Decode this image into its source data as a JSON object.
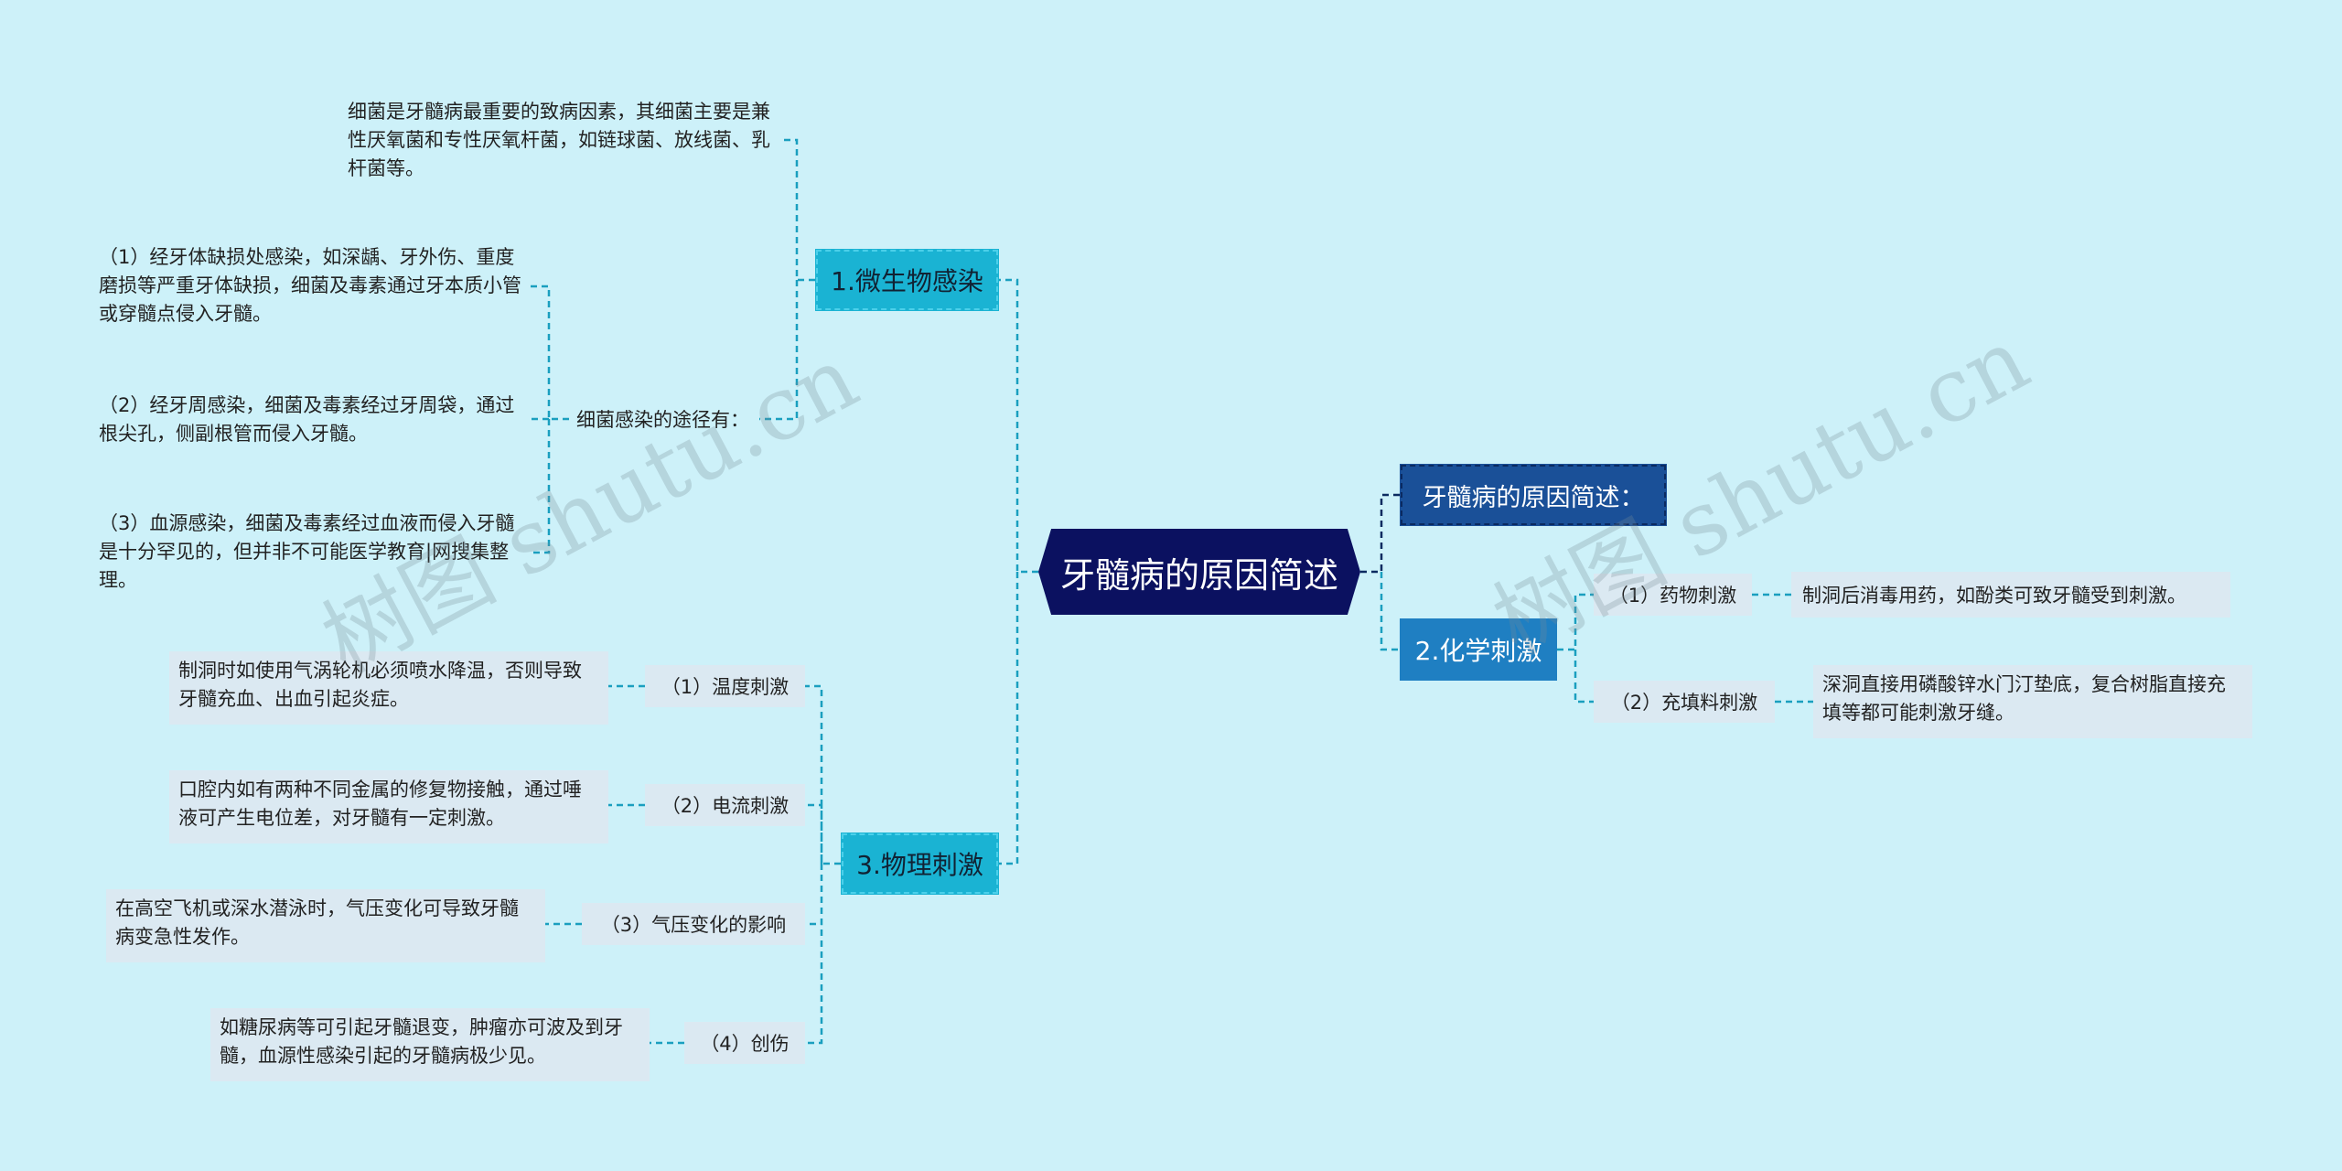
{
  "root": {
    "label": "牙髓病的原因简述"
  },
  "intro": {
    "label": "牙髓病的原因简述："
  },
  "branch1": {
    "label": "1.微生物感染",
    "desc": "细菌是牙髓病最重要的致病因素，其细菌主要是兼性厌氧菌和专性厌氧杆菌，如链球菌、放线菌、乳杆菌等。",
    "route_label": "细菌感染的途径有：",
    "routes": [
      "（1）经牙体缺损处感染，如深龋、牙外伤、重度磨损等严重牙体缺损，细菌及毒素通过牙本质小管或穿髓点侵入牙髓。",
      "（2）经牙周感染，细菌及毒素经过牙周袋，通过根尖孔，侧副根管而侵入牙髓。",
      "（3）血源感染，细菌及毒素经过血液而侵入牙髓是十分罕见的，但并非不可能医学教育|网搜集整理。"
    ]
  },
  "branch2": {
    "label": "2.化学刺激",
    "items": [
      {
        "label": "（1）药物刺激",
        "desc": "制洞后消毒用药，如酚类可致牙髓受到刺激。"
      },
      {
        "label": "（2）充填料刺激",
        "desc": "深洞直接用磷酸锌水门汀垫底，复合树脂直接充填等都可能刺激牙缝。"
      }
    ]
  },
  "branch3": {
    "label": "3.物理刺激",
    "items": [
      {
        "label": "（1）温度刺激",
        "desc": "制洞时如使用气涡轮机必须喷水降温，否则导致牙髓充血、出血引起炎症。"
      },
      {
        "label": "（2）电流刺激",
        "desc": "口腔内如有两种不同金属的修复物接触，通过唾液可产生电位差，对牙髓有一定刺激。"
      },
      {
        "label": "（3）气压变化的影响",
        "desc": "在高空飞机或深水潜泳时，气压变化可导致牙髓病变急性发作。"
      },
      {
        "label": "（4）创伤",
        "desc": "如糖尿病等可引起牙髓退变，肿瘤亦可波及到牙髓，血源性感染引起的牙髓病极少见。"
      }
    ]
  },
  "watermark": "树图 shutu.cn",
  "colors": {
    "background": "#cdf1f9",
    "root": "#0b1160",
    "branch_cyan": "#1ab3d3",
    "branch_blue": "#1f7fc2",
    "intro": "#1a5098",
    "leaf": "#dbe9f2",
    "connector": "#1a9fbf"
  }
}
